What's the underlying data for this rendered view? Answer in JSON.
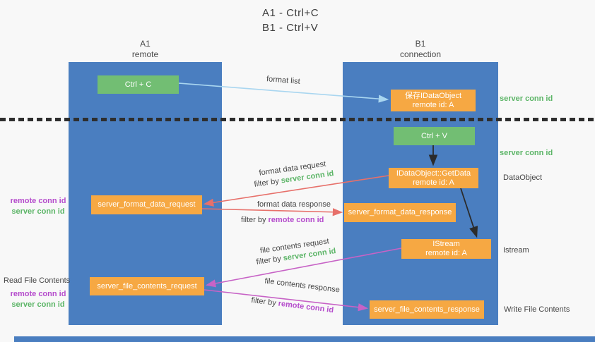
{
  "title": {
    "line1": "A1 - Ctrl+C",
    "line2": "B1 - Ctrl+V"
  },
  "lanes": {
    "left": {
      "name": "A1",
      "role": "remote"
    },
    "right": {
      "name": "B1",
      "role": "connection"
    }
  },
  "nodes": {
    "ctrl_c": "Ctrl + C",
    "save_idataobject": {
      "line1": "保存IDataObject",
      "line2": "remote id: A"
    },
    "ctrl_v": "Ctrl + V",
    "getdata": {
      "line1": "IDataObject::GetData",
      "line2": "remote id: A"
    },
    "format_request": "server_format_data_request",
    "format_response": "server_format_data_response",
    "istream": {
      "line1": "IStream",
      "line2": "remote id: A"
    },
    "file_request": "server_file_contents_request",
    "file_response": "server_file_contents_response"
  },
  "arrow_labels": {
    "format_list": "format list",
    "format_data_request": "format data request",
    "format_data_response": "format data response",
    "file_contents_request": "file contents request",
    "file_contents_response": "file contents response",
    "filter_by": "filter by",
    "server_conn_id": "server conn id",
    "remote_conn_id": "remote conn id"
  },
  "side_right": {
    "server_conn_id_top": "server conn id",
    "server_conn_id_mid": "server conn id",
    "dataobject": "DataObject",
    "istream": "Istream",
    "write_file_contents": "Write File Contents"
  },
  "side_left": {
    "remote_conn_id_top": "remote conn id",
    "server_conn_id_top": "server conn id",
    "read_file_contents": "Read File Contents",
    "remote_conn_id_bottom": "remote conn id",
    "server_conn_id_bottom": "server conn id"
  },
  "colors": {
    "lane_blue": "#4a7ec0",
    "box_orange": "#f6a843",
    "box_green": "#72be73",
    "arrow_light_blue": "#a9d6f0",
    "arrow_red": "#e7706a",
    "arrow_magenta": "#c763c6",
    "arrow_black": "#2b2b2b",
    "text_green": "#5cb567",
    "text_purple": "#b54ccc"
  }
}
